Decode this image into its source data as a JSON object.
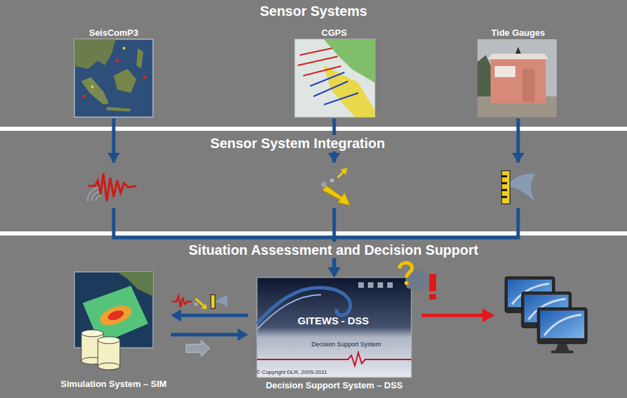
{
  "diagram": {
    "nodes": [
      {
        "text": [
          "Sensor Systems"
        ]
      },
      {
        "text": [
          "SeisComP3"
        ],
        "in": 0
      },
      {
        "text": [
          "CGPS"
        ],
        "in": 0
      },
      {
        "text": [
          "Tide Gauges"
        ],
        "in": 0
      },
      {
        "text": [
          "Sensor System Integration"
        ]
      },
      {
        "text": [
          "Situation Assessment and Decision Support"
        ]
      },
      {
        "text": [
          "Simulation System – SIM"
        ],
        "in": 5
      },
      {
        "text": [
          "GITEWS - DSS",
          "Decision Support System",
          "© Copyright DLR, 2005-2011",
          "Decision Support System – DSS"
        ],
        "in": 5
      }
    ],
    "edges": [
      {
        "from": 1,
        "to": 7,
        "arrow": "to"
      },
      {
        "from": 2,
        "to": 7,
        "arrow": "to"
      },
      {
        "from": 3,
        "to": 7,
        "arrow": "to"
      },
      {
        "from": 7,
        "to": 6,
        "arrow": "to"
      },
      {
        "from": 6,
        "to": 7,
        "arrow": "to"
      }
    ]
  }
}
